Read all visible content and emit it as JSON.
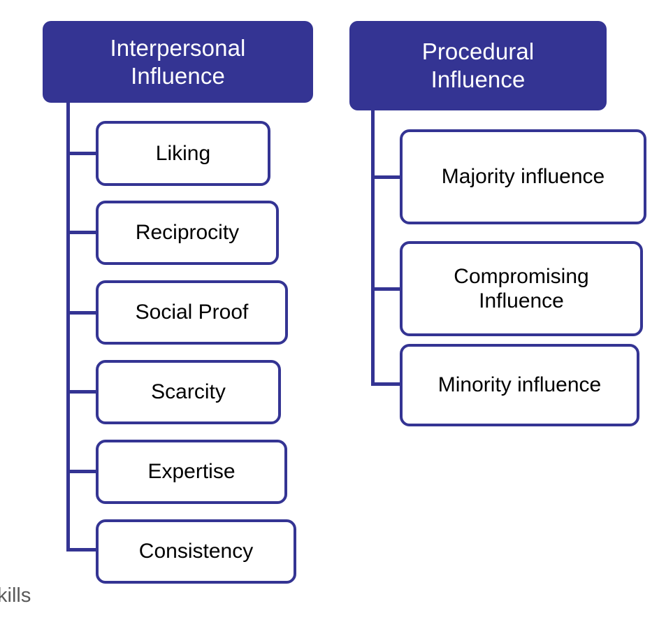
{
  "diagram": {
    "title_fragment": "kills",
    "background_color": "#ffffff",
    "accent_color": "#343493",
    "leaf_fill_color": "#ffffff",
    "leaf_text_color": "#000000",
    "header_text_color": "#ffffff",
    "caption_color": "#595959"
  },
  "columns": [
    {
      "id": "interpersonal",
      "header": "Interpersonal Influence",
      "header_line1": "Interpersonal",
      "header_line2": "Influence",
      "items": [
        {
          "label": "Liking"
        },
        {
          "label": "Reciprocity"
        },
        {
          "label": "Social Proof"
        },
        {
          "label": "Scarcity"
        },
        {
          "label": "Expertise"
        },
        {
          "label": "Consistency"
        }
      ]
    },
    {
      "id": "procedural",
      "header": "Procedural Influence",
      "header_line1": "Procedural",
      "header_line2": "Influence",
      "items": [
        {
          "label": "Majority influence"
        },
        {
          "label": "Compromising Influence",
          "line1": "Compromising",
          "line2": "Influence"
        },
        {
          "label": "Minority influence"
        }
      ]
    }
  ]
}
